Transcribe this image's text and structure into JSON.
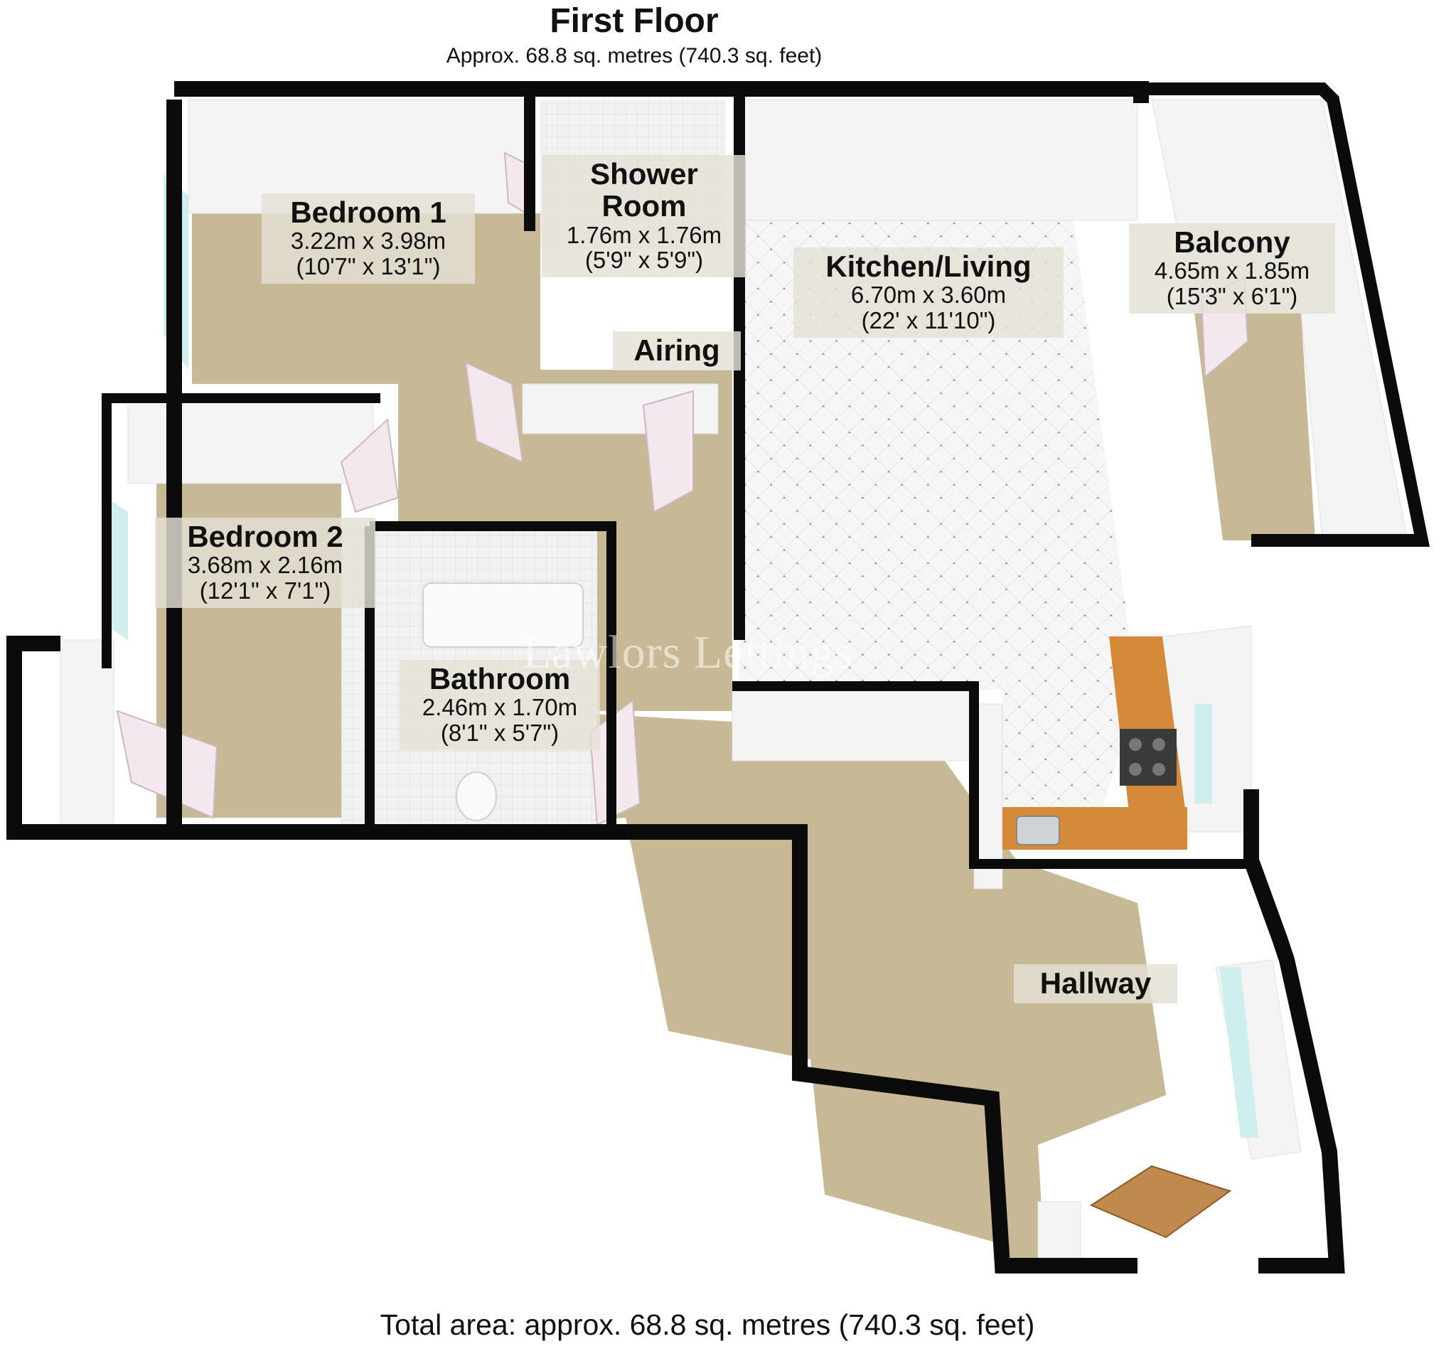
{
  "header": {
    "title": "First Floor",
    "subtitle": "Approx. 68.8 sq. metres (740.3 sq. feet)"
  },
  "rooms": {
    "bedroom1": {
      "name": "Bedroom 1",
      "dim_metric": "3.22m x 3.98m",
      "dim_imperial": "(10'7\" x 13'1\")"
    },
    "shower": {
      "name": "Shower\nRoom",
      "dim_metric": "1.76m x 1.76m",
      "dim_imperial": "(5'9\" x 5'9\")"
    },
    "kitchen": {
      "name": "Kitchen/Living",
      "dim_metric": "6.70m x 3.60m",
      "dim_imperial": "(22' x 11'10\")"
    },
    "balcony": {
      "name": "Balcony",
      "dim_metric": "4.65m x 1.85m",
      "dim_imperial": "(15'3\" x 6'1\")"
    },
    "airing": {
      "name": "Airing"
    },
    "bedroom2": {
      "name": "Bedroom 2",
      "dim_metric": "3.68m x 2.16m",
      "dim_imperial": "(12'1\" x 7'1\")"
    },
    "bathroom": {
      "name": "Bathroom",
      "dim_metric": "2.46m x 1.70m",
      "dim_imperial": "(8'1\" x 5'7\")"
    },
    "hallway": {
      "name": "Hallway"
    }
  },
  "watermark": "Lawlors Lettings",
  "footer": "Total area: approx. 68.8 sq. metres (740.3 sq. feet)",
  "colors": {
    "wall": "#0b0b0b",
    "carpet": "#c7b995",
    "kitchen_floor": "#f3f3f3",
    "inner_wall": "#f4f4f4",
    "glass": "#cfeeee",
    "worktop": "#d58a3a",
    "door_wood": "#c08a4e"
  }
}
